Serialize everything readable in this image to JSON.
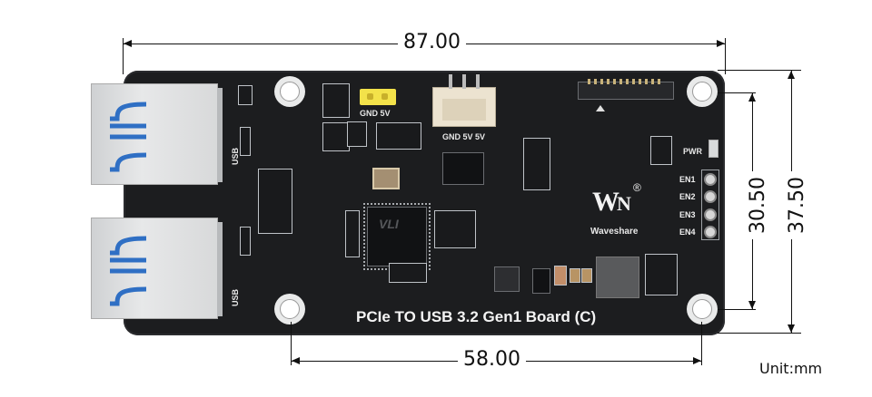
{
  "board": {
    "title": "PCIe TO USB 3.2 Gen1 Board (C)",
    "brand": "Waveshare",
    "brand_mark": "®",
    "jumper_label": "GND 5V",
    "connector_label": "GND 5V 5V",
    "power_led_label": "PWR",
    "usb_labels": [
      "USB",
      "USB"
    ],
    "enable_pins": [
      "EN1",
      "EN2",
      "EN3",
      "EN4"
    ],
    "chip_marking": "VLI"
  },
  "dimensions": {
    "width": "87.00",
    "height": "37.50",
    "hole_spacing_vertical": "30.50",
    "hole_spacing_horizontal": "58.00",
    "unit": "Unit:mm"
  },
  "colors": {
    "pcb": "#1c1d1f",
    "silkscreen": "#f0f0f0",
    "usb_insert": "#2f6fc4",
    "jumper": "#f3e24a",
    "connector": "#ece3d0"
  }
}
